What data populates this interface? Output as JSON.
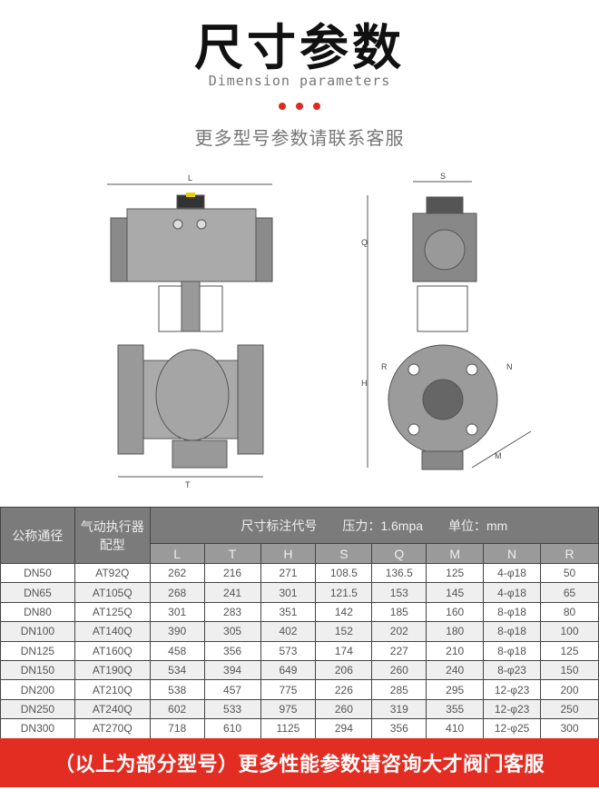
{
  "header": {
    "title": "尺寸参数",
    "subtitle_en": "Dimension parameters",
    "subtitle_cn": "更多型号参数请联系客服"
  },
  "drawing": {
    "labels": {
      "L": "L",
      "T": "T",
      "S": "S",
      "Q": "Q",
      "H": "H",
      "R": "R",
      "N": "N",
      "M": "M"
    }
  },
  "table": {
    "col_nominal": "公称通径",
    "col_actuator": "气动执行器配型",
    "col_group": "尺寸标注代号　　压力：1.6mpa　　单位：mm",
    "dims": [
      "L",
      "T",
      "H",
      "S",
      "Q",
      "M",
      "N",
      "R"
    ],
    "rows": [
      [
        "DN50",
        "AT92Q",
        "262",
        "216",
        "271",
        "108.5",
        "136.5",
        "125",
        "4-φ18",
        "50"
      ],
      [
        "DN65",
        "AT105Q",
        "268",
        "241",
        "301",
        "121.5",
        "153",
        "145",
        "4-φ18",
        "65"
      ],
      [
        "DN80",
        "AT125Q",
        "301",
        "283",
        "351",
        "142",
        "185",
        "160",
        "8-φ18",
        "80"
      ],
      [
        "DN100",
        "AT140Q",
        "390",
        "305",
        "402",
        "152",
        "202",
        "180",
        "8-φ18",
        "100"
      ],
      [
        "DN125",
        "AT160Q",
        "458",
        "356",
        "573",
        "174",
        "227",
        "210",
        "8-φ18",
        "125"
      ],
      [
        "DN150",
        "AT190Q",
        "534",
        "394",
        "649",
        "206",
        "260",
        "240",
        "8-φ23",
        "150"
      ],
      [
        "DN200",
        "AT210Q",
        "538",
        "457",
        "775",
        "226",
        "285",
        "295",
        "12-φ23",
        "200"
      ],
      [
        "DN250",
        "AT240Q",
        "602",
        "533",
        "975",
        "260",
        "319",
        "355",
        "12-φ23",
        "250"
      ],
      [
        "DN300",
        "AT270Q",
        "718",
        "610",
        "1125",
        "294",
        "356",
        "410",
        "12-φ25",
        "300"
      ]
    ]
  },
  "footer": {
    "banner": "（以上为部分型号）更多性能参数请咨询大才阀门客服"
  },
  "colors": {
    "accent": "#e32d22"
  }
}
